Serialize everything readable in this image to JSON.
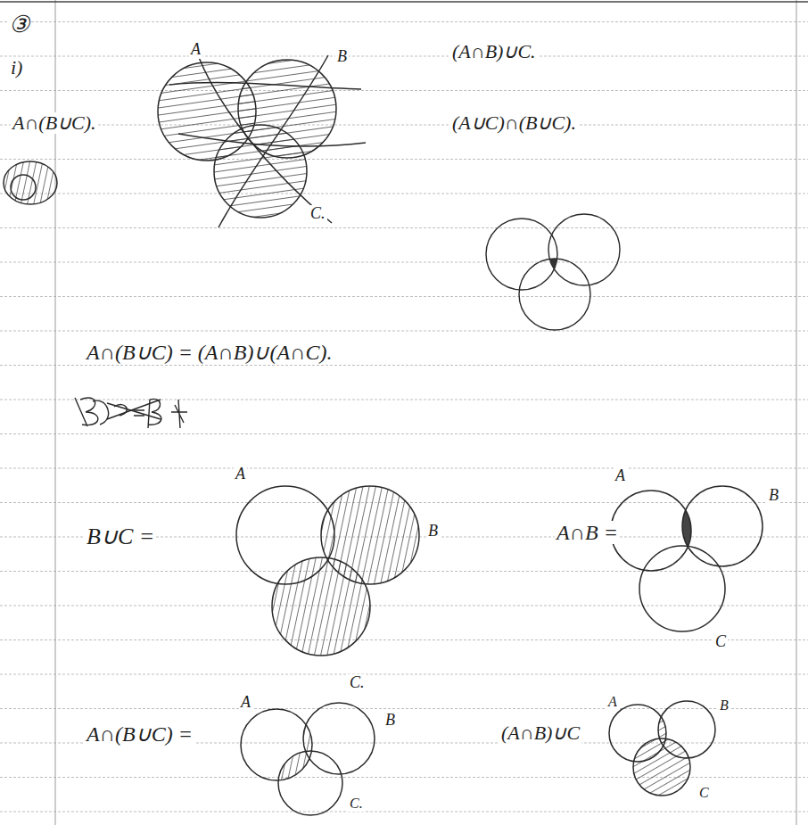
{
  "diagram": {
    "labels": [
      "③",
      "i)",
      "A",
      "B",
      "C.",
      "A∩(B∪C).",
      "(A∩B)∪C.",
      "(A∪C)∩(B∪C).",
      "A∩(B∪C) = (A∩B)∪(A∩C).",
      "B∪C =",
      "A",
      "B",
      "C.",
      "A∩B =",
      "A",
      "B",
      "C",
      "A∩(B∪C) =",
      "A",
      "B",
      "C.",
      "(A∩B)∪C",
      "A",
      "B",
      "C"
    ]
  }
}
